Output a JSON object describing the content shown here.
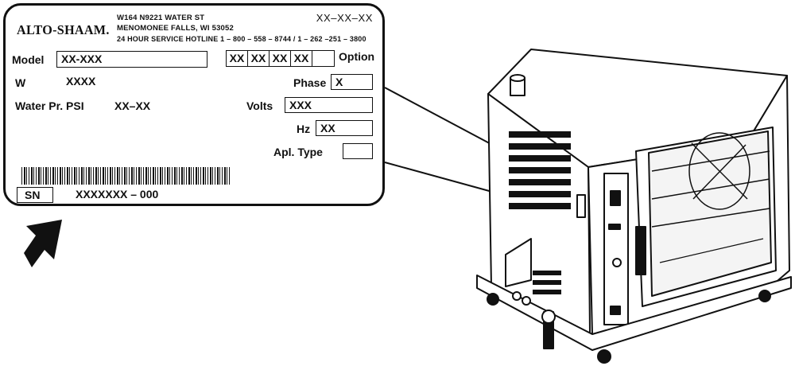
{
  "plate": {
    "brand": "ALTO-SHAAM.",
    "address_line1": "W164 N9221 WATER ST",
    "address_line2": "MENOMONEE FALLS, WI 53052",
    "hotline": "24 HOUR SERVICE HOTLINE 1 – 800 – 558 – 8744 / 1 – 262 –251 – 3800",
    "date": "XX–XX–XX",
    "model_label": "Model",
    "model_value": "XX-XXX",
    "option_cells": [
      "XX",
      "XX",
      "XX",
      "XX",
      ""
    ],
    "option_label": "Option",
    "w_label": "W",
    "w_value": "XXXX",
    "phase_label": "Phase",
    "phase_value": "X",
    "water_label": "Water Pr. PSI",
    "water_value": "XX–XX",
    "volts_label": "Volts",
    "volts_value": "XXX",
    "hz_label": "Hz",
    "hz_value": "XX",
    "apl_label": "Apl. Type",
    "apl_value": "",
    "sn_label": "SN",
    "sn_value": "XXXXXXX – 000"
  },
  "colors": {
    "ink": "#111111",
    "background": "#ffffff"
  },
  "icons": {
    "pointer": "arrow-up-right-icon",
    "barcode": "barcode-icon",
    "oven": "oven-icon"
  }
}
